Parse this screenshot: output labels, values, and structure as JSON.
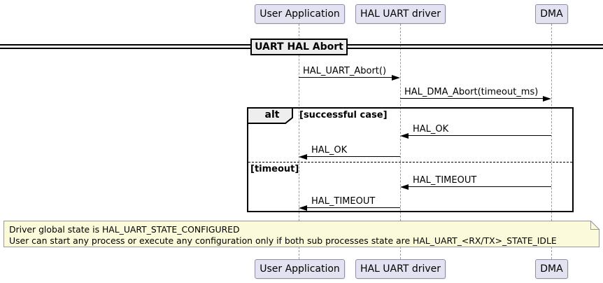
{
  "section": {
    "title": "UART HAL Abort"
  },
  "participants": [
    {
      "name": "User Application"
    },
    {
      "name": "HAL UART driver"
    },
    {
      "name": "DMA"
    }
  ],
  "messages": [
    {
      "label": "HAL_UART_Abort()",
      "from": "User Application",
      "to": "HAL UART driver",
      "direction": "right"
    },
    {
      "label": "HAL_DMA_Abort(timeout_ms)",
      "from": "HAL UART driver",
      "to": "DMA",
      "direction": "right"
    },
    {
      "label": "HAL_OK",
      "from": "DMA",
      "to": "HAL UART driver",
      "direction": "left"
    },
    {
      "label": "HAL_OK",
      "from": "HAL UART driver",
      "to": "User Application",
      "direction": "left"
    },
    {
      "label": "HAL_TIMEOUT",
      "from": "DMA",
      "to": "HAL UART driver",
      "direction": "left"
    },
    {
      "label": "HAL_TIMEOUT",
      "from": "HAL UART driver",
      "to": "User Application",
      "direction": "left"
    }
  ],
  "alt": {
    "operator": "alt",
    "guards": [
      "[successful case]",
      "[timeout]"
    ]
  },
  "note": {
    "lines": [
      "Driver global state is HAL_UART_STATE_CONFIGURED",
      "User can start any process or execute any configuration only if both sub processes state are HAL_UART_<RX/TX>_STATE_IDLE"
    ]
  },
  "colors": {
    "participant_fill": "#E2E2F0",
    "participant_border": "#8E8EA8",
    "lifeline": "#9A9A9A",
    "frame_border": "#000000",
    "operator_fill": "#EEEEEE",
    "divider_fill": "#EEEEEE",
    "note_fill": "#FBFBDB",
    "note_border": "#999999"
  }
}
